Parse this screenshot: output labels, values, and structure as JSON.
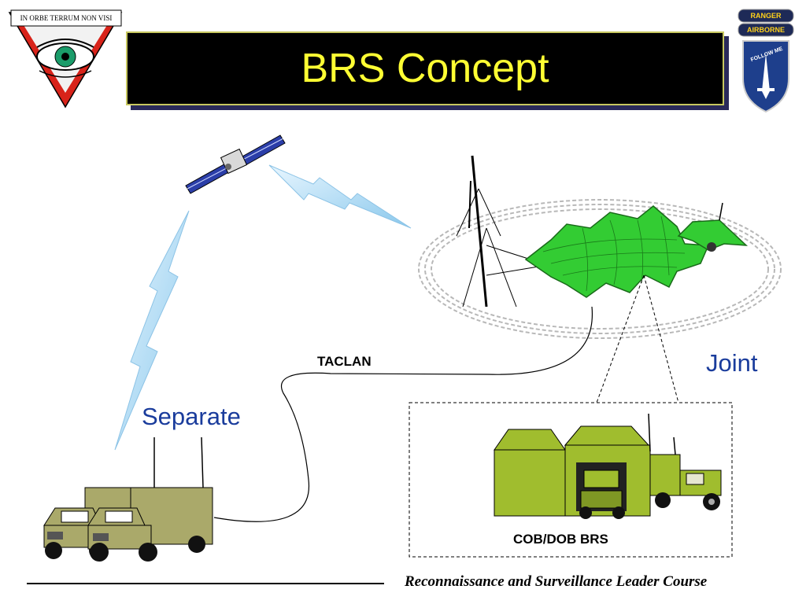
{
  "title": "BRS Concept",
  "emblem": {
    "motto": "IN ORBE TERRUM NON VISI"
  },
  "insignia": {
    "tab_top": "RANGER",
    "tab_bottom": "AIRBORNE",
    "patch_text": "FOLLOW ME"
  },
  "diagram": {
    "label_separate": "Separate",
    "label_joint": "Joint",
    "label_taclan": "TACLAN",
    "label_cob": "COB/DOB BRS"
  },
  "footer": {
    "course": "Reconnaissance and Surveillance Leader Course"
  },
  "colors": {
    "title_bg": "#000000",
    "title_text": "#ffff33",
    "label_blue": "#1a3c9c",
    "tent_green": "#33cc33",
    "vehicle_olive": "#a8a860",
    "lightning": "#9fd4ef"
  }
}
